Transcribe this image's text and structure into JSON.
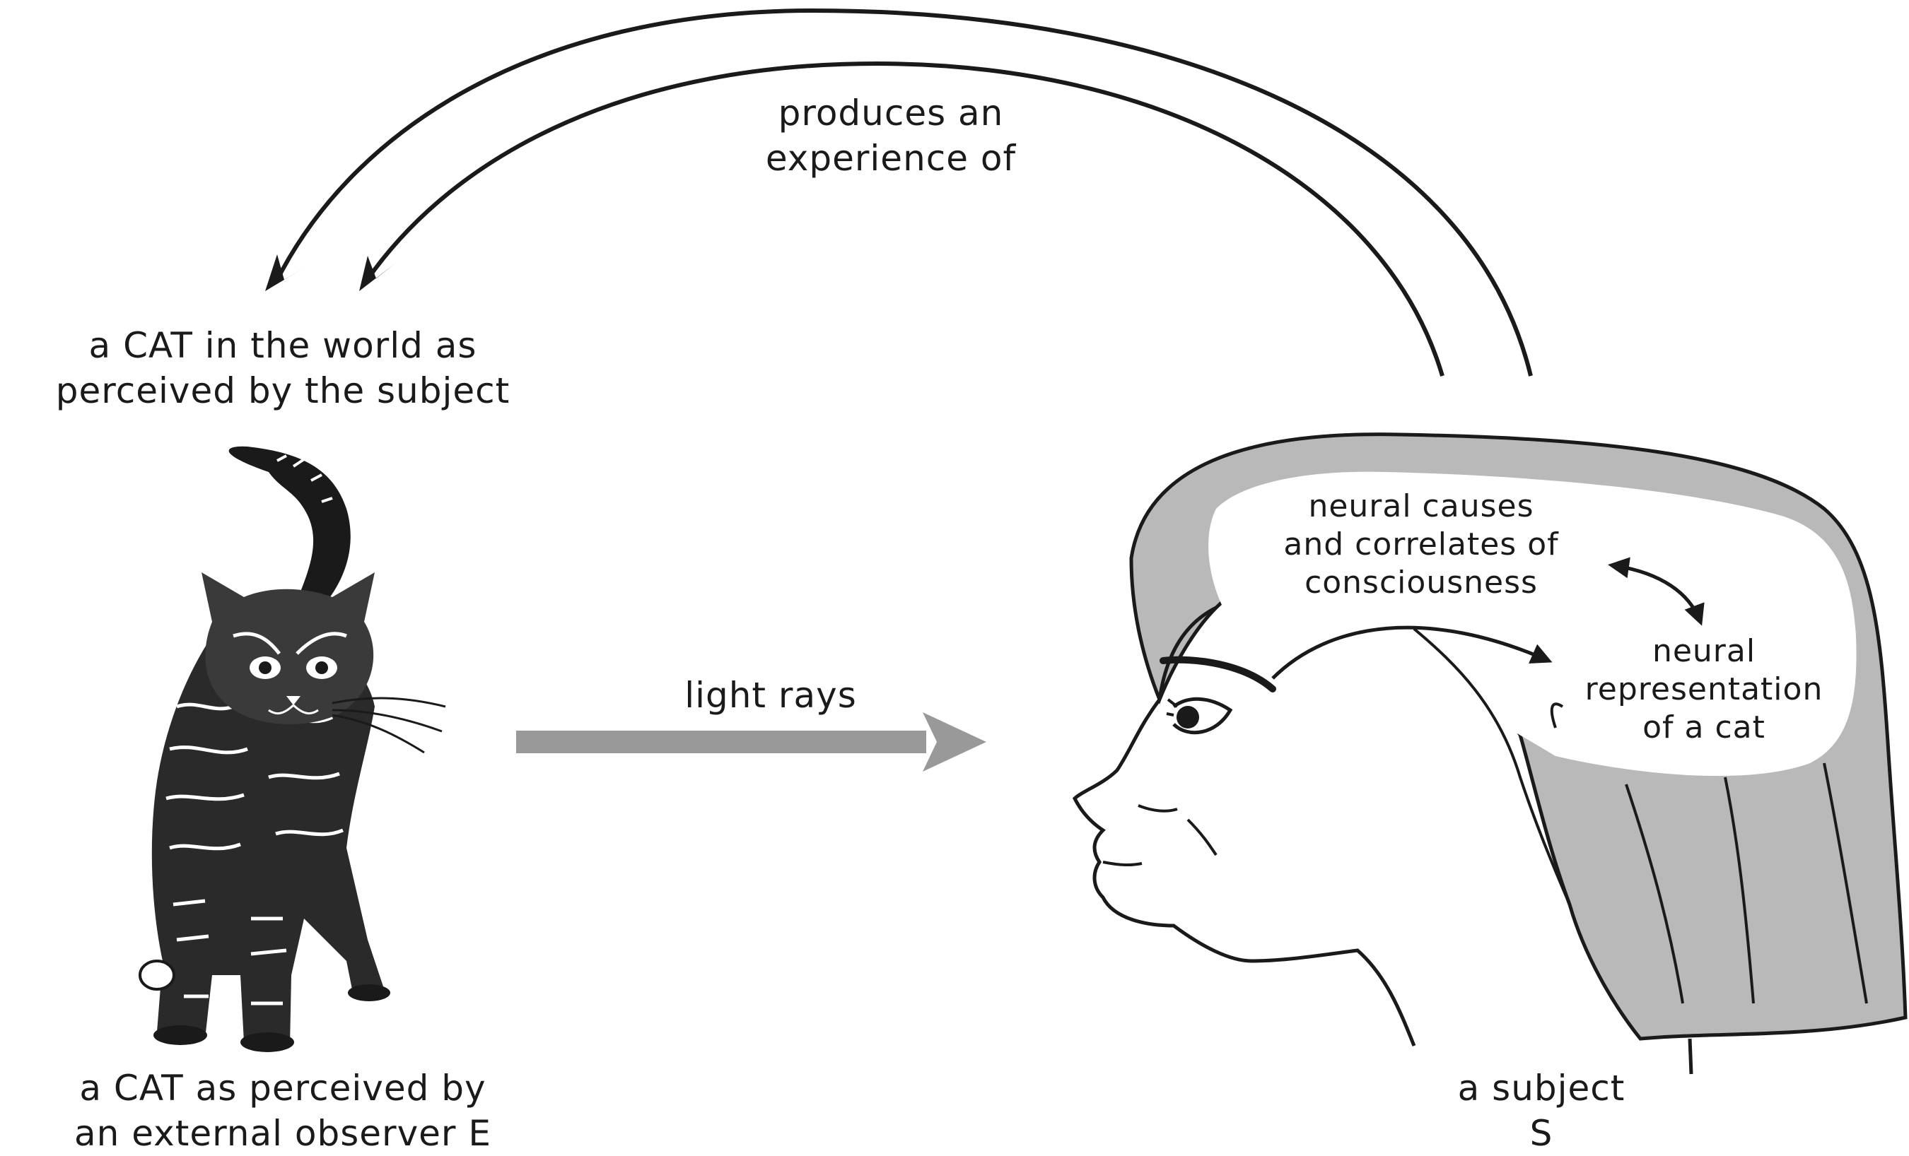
{
  "labels": {
    "produces_line1": "produces an",
    "produces_line2": "experience of",
    "cat_world_line1": "a CAT in the world as",
    "cat_world_line2": "perceived by the subject",
    "light_rays": "light rays",
    "neural_causes_line1": "neural causes",
    "neural_causes_line2": "and correlates of",
    "neural_causes_line3": "consciousness",
    "neural_rep_line1": "neural",
    "neural_rep_line2": "representation",
    "neural_rep_line3": "of a cat",
    "cat_observer_line1": "a CAT as perceived by",
    "cat_observer_line2": "an external observer E",
    "subject_line1": "a subject",
    "subject_line2": "S"
  },
  "colors": {
    "ink": "#1a1a1a",
    "hair_gray": "#b9b9b9",
    "arrow_gray": "#999999",
    "brain_white": "#ffffff"
  }
}
